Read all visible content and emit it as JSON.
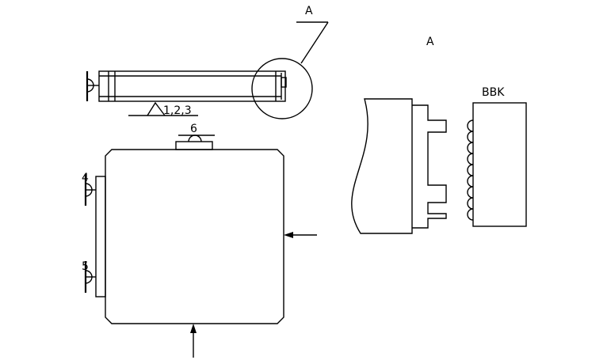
{
  "labels": {
    "view_marker": "A",
    "detail_title": "A",
    "roughness": "1,2,3",
    "datum_6": "6",
    "datum_4": "4",
    "datum_5": "5",
    "bbk": "BBK"
  }
}
